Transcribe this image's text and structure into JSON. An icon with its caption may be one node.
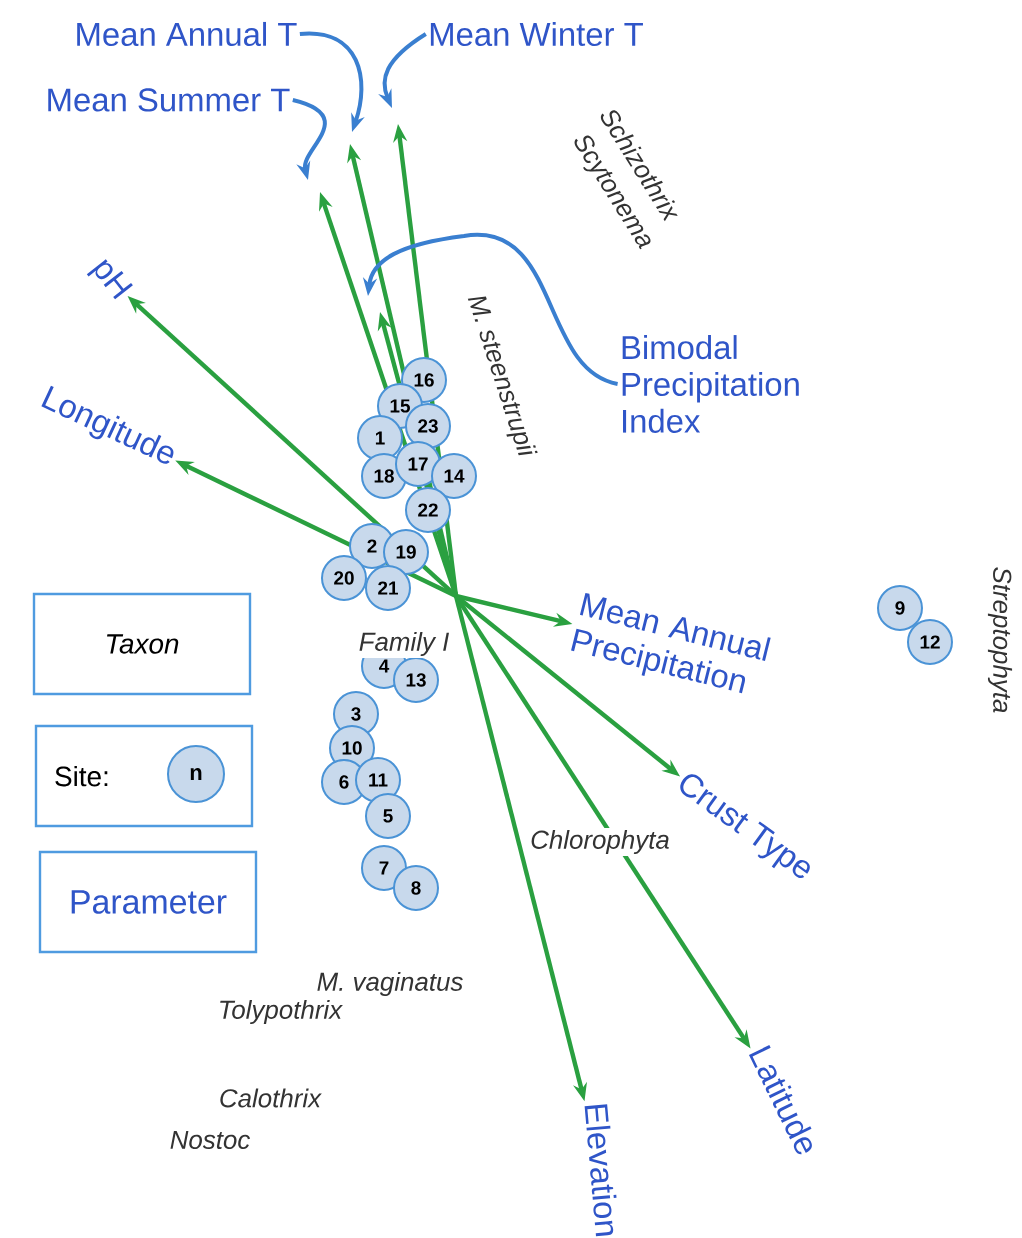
{
  "diagram": {
    "nodes": [
      {
        "text": [
          "Mean Annual T"
        ]
      },
      {
        "text": [
          "Mean Winter T"
        ]
      },
      {
        "text": [
          "Mean Summer T"
        ]
      },
      {
        "text": [
          "Bimodal Precipitation Index"
        ]
      },
      {
        "text": [
          "pH"
        ]
      },
      {
        "text": [
          "Longitude"
        ]
      },
      {
        "text": [
          "Mean Annual Precipitation"
        ]
      },
      {
        "text": [
          "Crust Type"
        ]
      },
      {
        "text": [
          "Elevation"
        ]
      },
      {
        "text": [
          "Latitude"
        ]
      },
      {
        "text": [
          "16"
        ]
      },
      {
        "text": [
          "15"
        ]
      },
      {
        "text": [
          "1"
        ]
      },
      {
        "text": [
          "23"
        ]
      },
      {
        "text": [
          "18"
        ]
      },
      {
        "text": [
          "17"
        ]
      },
      {
        "text": [
          "14"
        ]
      },
      {
        "text": [
          "22"
        ]
      },
      {
        "text": [
          "2"
        ]
      },
      {
        "text": [
          "19"
        ]
      },
      {
        "text": [
          "20"
        ]
      },
      {
        "text": [
          "21"
        ]
      },
      {
        "text": [
          "4"
        ]
      },
      {
        "text": [
          "13"
        ]
      },
      {
        "text": [
          "3"
        ]
      },
      {
        "text": [
          "10"
        ]
      },
      {
        "text": [
          "6"
        ]
      },
      {
        "text": [
          "11"
        ]
      },
      {
        "text": [
          "5"
        ]
      },
      {
        "text": [
          "7"
        ]
      },
      {
        "text": [
          "8"
        ]
      },
      {
        "text": [
          "9"
        ]
      },
      {
        "text": [
          "12"
        ]
      },
      {
        "text": [
          "Taxon"
        ]
      },
      {
        "text": [
          "Site:"
        ]
      },
      {
        "text": [
          "n"
        ],
        "in": 34
      },
      {
        "text": [
          "Parameter"
        ]
      }
    ],
    "edges": [
      {
        "from": null,
        "to": 4,
        "arrow": "to"
      },
      {
        "from": null,
        "to": 5,
        "arrow": "to"
      },
      {
        "from": null,
        "to": 6,
        "arrow": "to"
      },
      {
        "from": null,
        "to": 7,
        "arrow": "to"
      },
      {
        "from": null,
        "to": 8,
        "arrow": "to"
      },
      {
        "from": null,
        "to": 9,
        "arrow": "to"
      },
      {
        "from": 0,
        "to": null,
        "arrow": "to",
        "color": "#3a7fd0"
      },
      {
        "from": 1,
        "to": null,
        "arrow": "to",
        "color": "#3a7fd0"
      },
      {
        "from": 2,
        "to": null,
        "arrow": "to",
        "color": "#3a7fd0"
      },
      {
        "from": 3,
        "to": null,
        "arrow": "to",
        "color": "#3a7fd0"
      }
    ],
    "labels": [
      "Schizothrix",
      "Scytonema",
      "M. steenstrupii",
      "Family I",
      "Streptophyta",
      "Chlorophyta",
      "M. vaginatus",
      "Tolypothrix",
      "Calothrix",
      "Nostoc"
    ]
  }
}
